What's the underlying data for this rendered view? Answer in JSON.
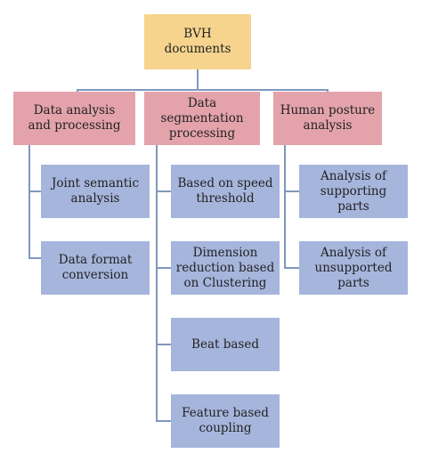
{
  "colors": {
    "root_fill": "#f6d48e",
    "category_fill": "#e4a3ab",
    "leaf_fill": "#a6b5dc",
    "connector": "#7f98bd",
    "text": "#222222"
  },
  "root": {
    "label": "BVH\ndocuments"
  },
  "categories": [
    {
      "label": "Data analysis\nand processing",
      "children": [
        {
          "label": "Joint semantic\nanalysis"
        },
        {
          "label": "Data format\nconversion"
        }
      ]
    },
    {
      "label": "Data\nsegmentation\nprocessing",
      "children": [
        {
          "label": "Based on speed\nthreshold"
        },
        {
          "label": "Dimension\nreduction based\non Clustering"
        },
        {
          "label": "Beat based"
        },
        {
          "label": "Feature based\ncoupling"
        }
      ]
    },
    {
      "label": "Human posture\nanalysis",
      "children": [
        {
          "label": "Analysis of\nsupporting parts"
        },
        {
          "label": "Analysis of\nunsupported\nparts"
        }
      ]
    }
  ]
}
